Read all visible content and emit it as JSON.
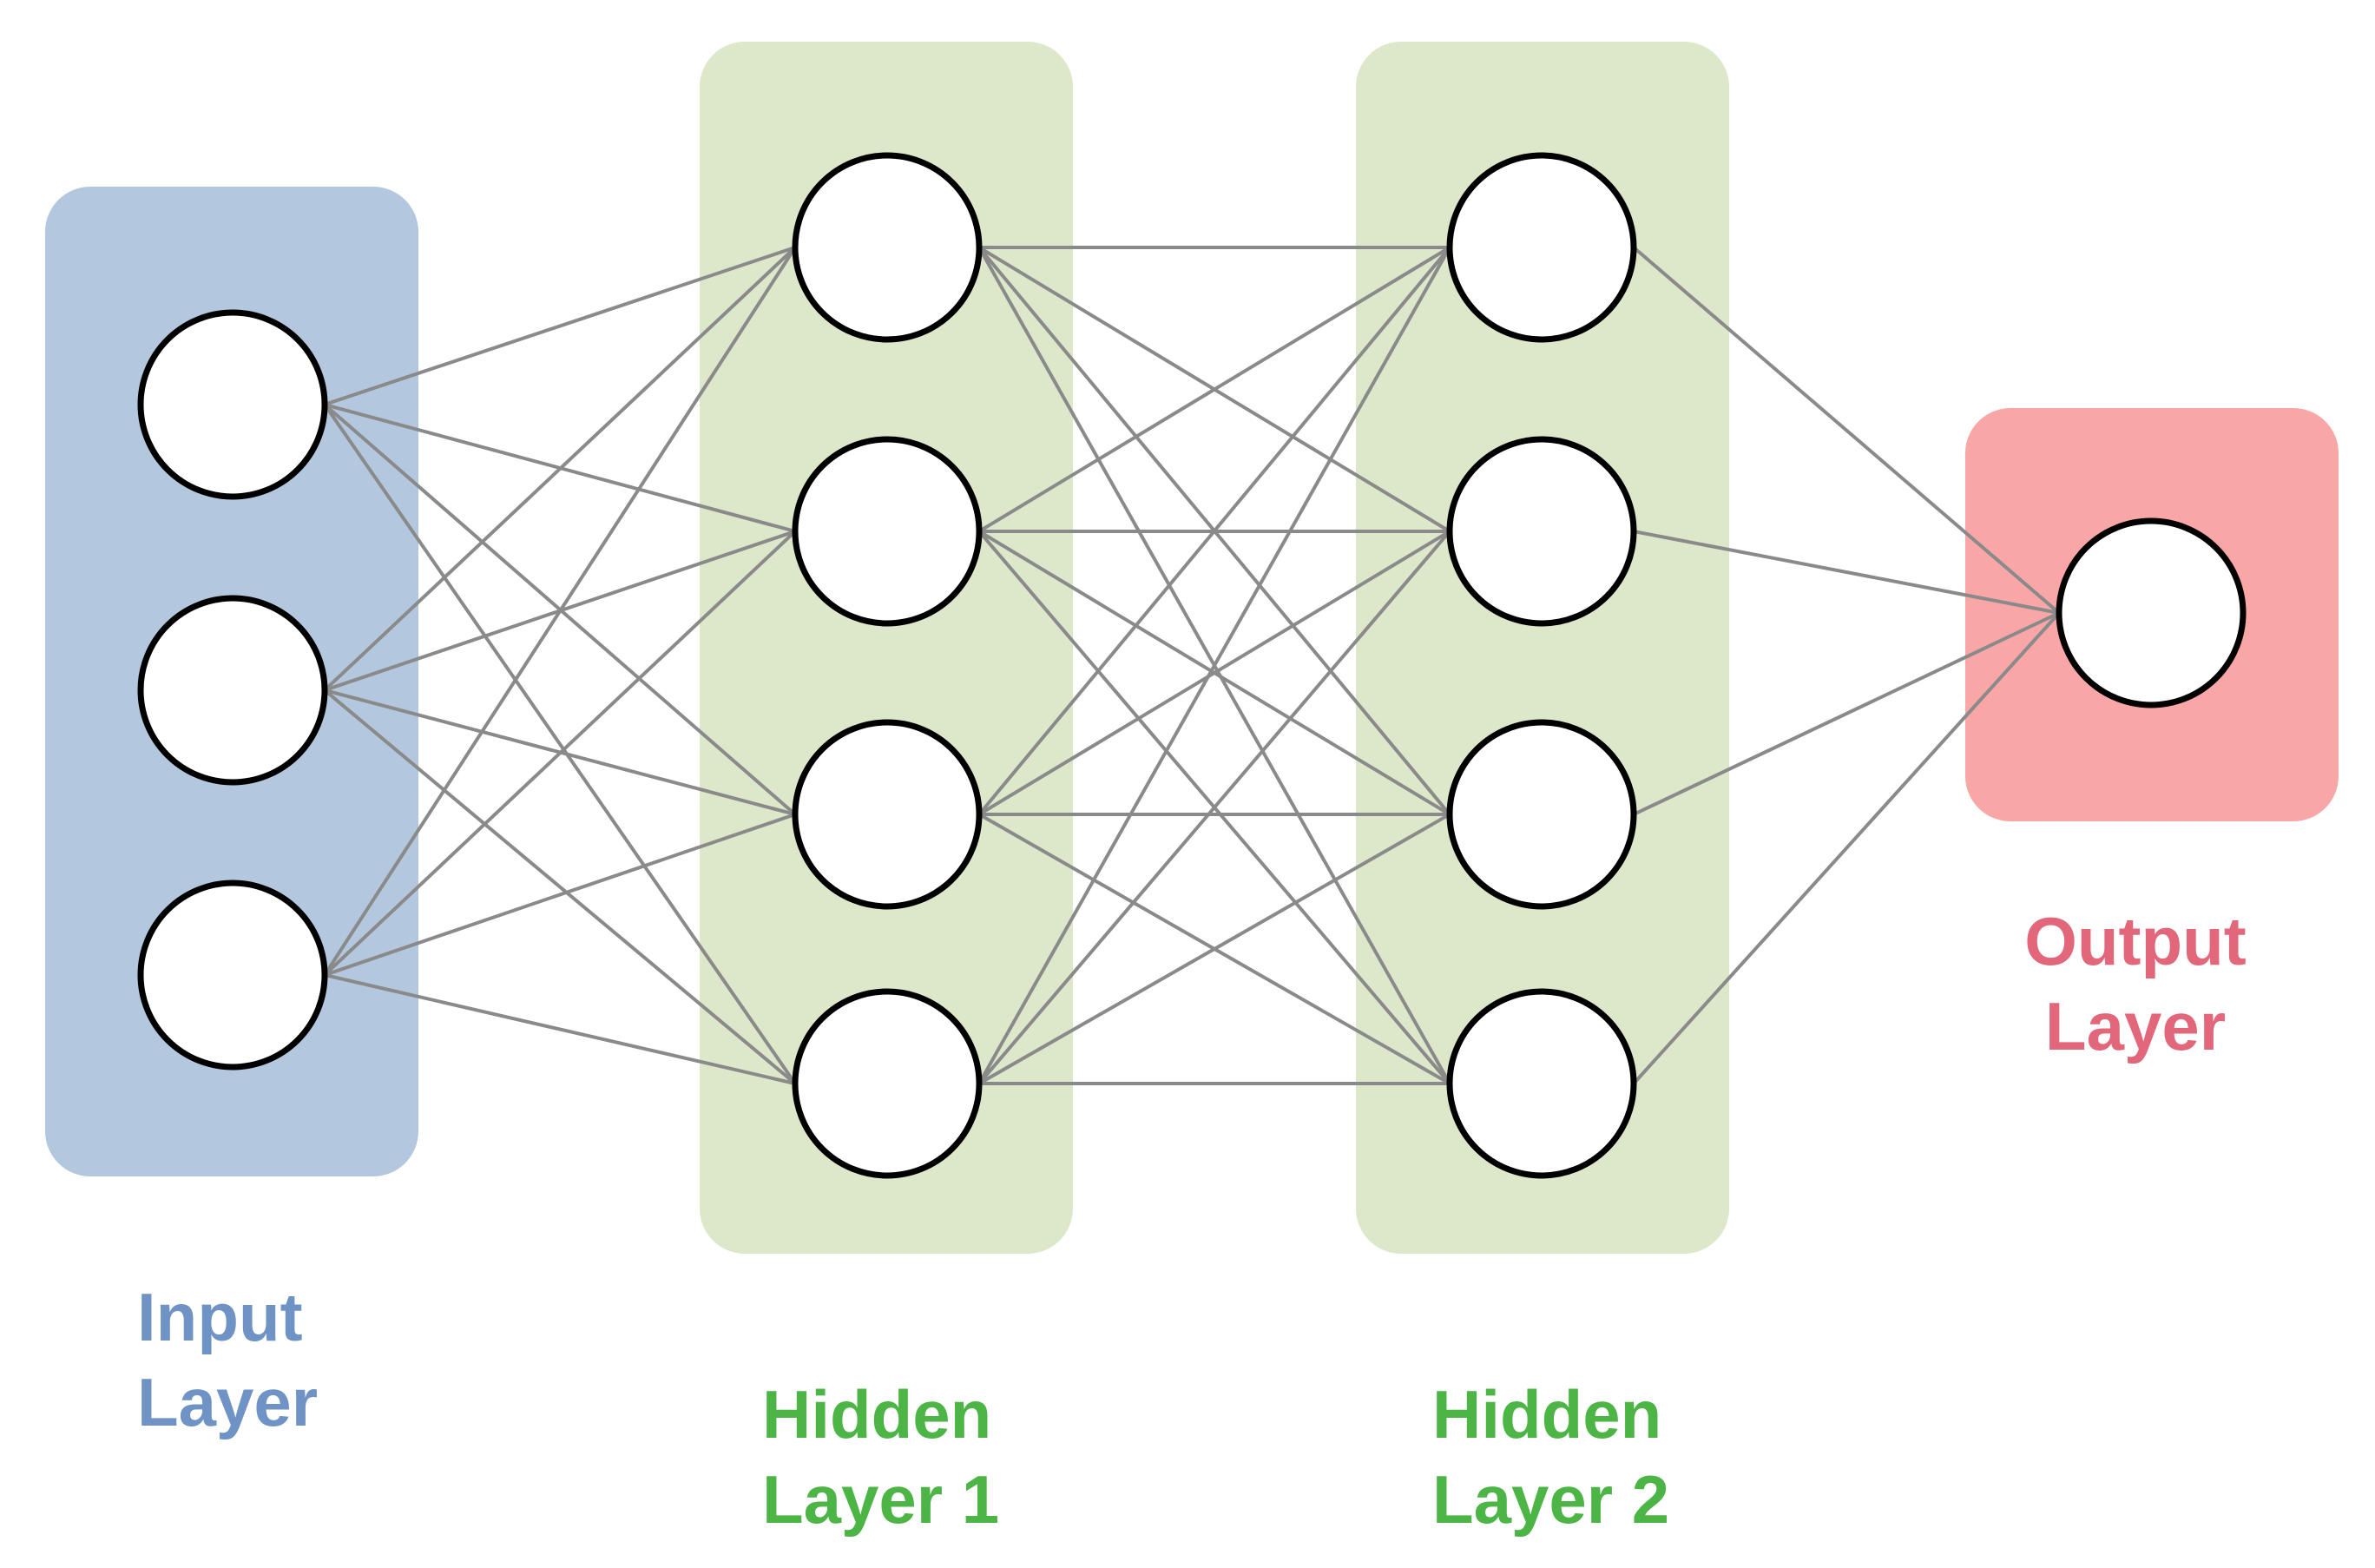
{
  "layers": [
    {
      "id": "input",
      "label_line1": "Input",
      "label_line2": "Layer",
      "nodes": 3,
      "panel_color": "#b3c7de",
      "label_color": "#6f93c4"
    },
    {
      "id": "hidden1",
      "label_line1": "Hidden",
      "label_line2": "Layer 1",
      "nodes": 4,
      "panel_color": "#dde7c9",
      "label_color": "#4cb545"
    },
    {
      "id": "hidden2",
      "label_line1": "Hidden",
      "label_line2": "Layer 2",
      "nodes": 4,
      "panel_color": "#dde7c9",
      "label_color": "#4cb545"
    },
    {
      "id": "output",
      "label_line1": "Output",
      "label_line2": "Layer",
      "nodes": 1,
      "panel_color": "#f9a6a6",
      "label_color": "#e2677a"
    }
  ],
  "connections": "fully-connected",
  "colors": {
    "edge": "#8a8a8a",
    "node_fill": "#ffffff",
    "node_stroke": "#000000",
    "background": "#ffffff"
  }
}
